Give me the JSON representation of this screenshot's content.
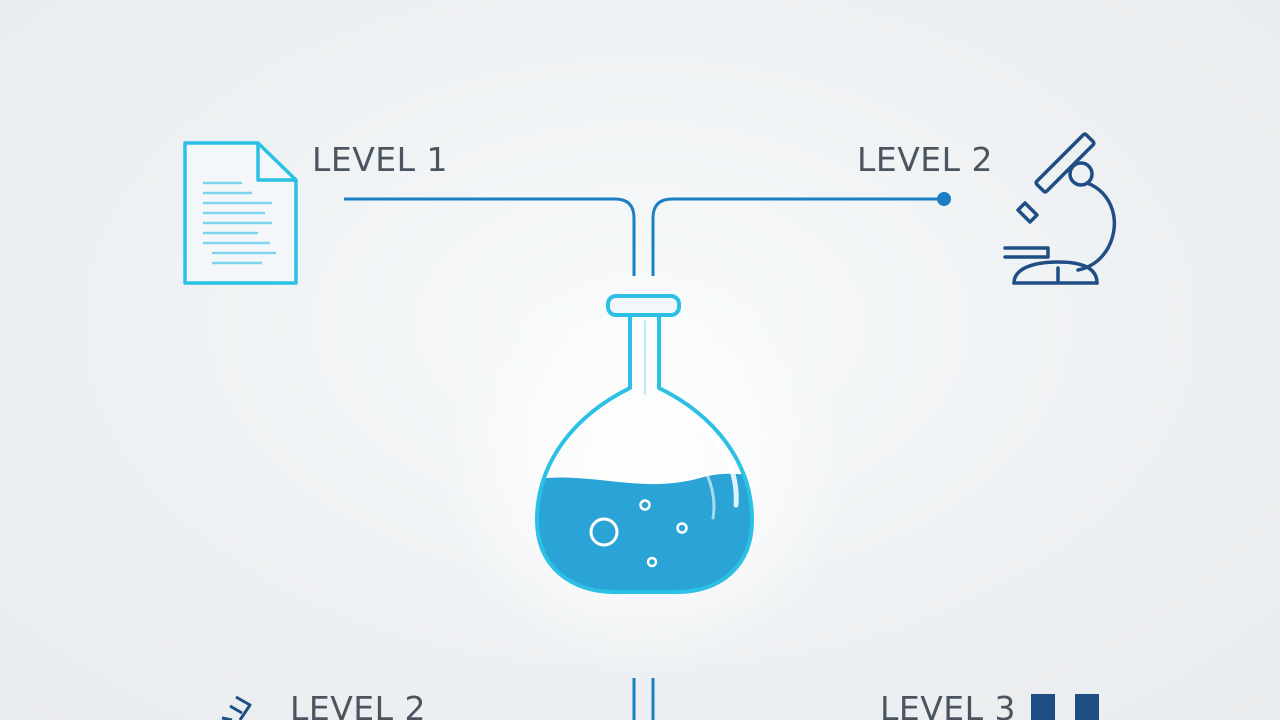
{
  "labels": {
    "level1": "LEVEL 1",
    "level2_top": "LEVEL 2",
    "level2_bottom": "LEVEL 2",
    "level3": "LEVEL 3"
  },
  "icons": {
    "top_left": "document-icon",
    "top_right": "microscope-icon",
    "center": "flask-icon",
    "bottom_left": "test-tube-icon",
    "bottom_right": "bar-chart-icon"
  },
  "colors": {
    "background": "#eef1f3",
    "cyan_accent": "#2bc0e4",
    "line_blue": "#1b7fc4",
    "navy": "#1f4e84",
    "liquid": "#2aa3d6",
    "label_text": "#4b5560"
  }
}
